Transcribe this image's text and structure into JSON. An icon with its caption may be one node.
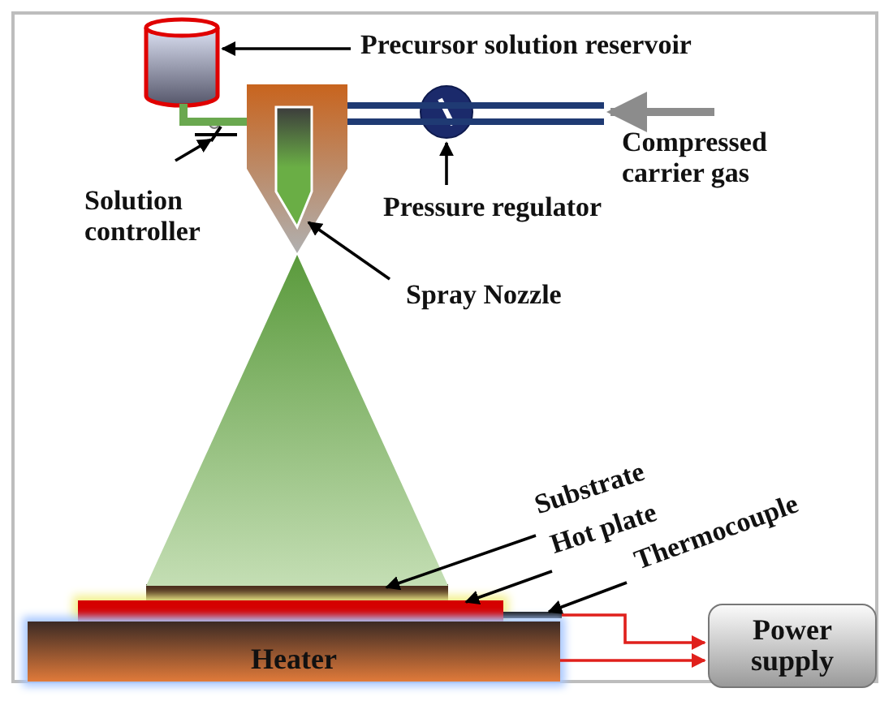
{
  "diagram": {
    "nodes": [
      {
        "text": [
          "Precursor solution reservoir"
        ]
      },
      {
        "text": [],
        "shape": "cylinder"
      },
      {
        "text": [
          "Solution controller"
        ]
      },
      {
        "text": [],
        "shape": "valve"
      },
      {
        "text": [
          "Spray Nozzle"
        ]
      },
      {
        "text": [],
        "shape": "nozzle"
      },
      {
        "text": [
          "Pressure regulator"
        ]
      },
      {
        "text": [],
        "shape": "circle"
      },
      {
        "text": [
          "Compressed carrier gas"
        ]
      },
      {
        "text": [],
        "shape": "pipe"
      },
      {
        "text": [
          "Substrate"
        ]
      },
      {
        "text": [],
        "shape": "bar"
      },
      {
        "text": [
          "Hot plate"
        ]
      },
      {
        "text": [],
        "shape": "bar"
      },
      {
        "text": [
          "Thermocouple"
        ]
      },
      {
        "text": [],
        "shape": "bar"
      },
      {
        "text": [
          "Heater"
        ]
      },
      {
        "text": [
          "Power supply"
        ]
      },
      {
        "text": [],
        "shape": "cone"
      }
    ],
    "edges": [
      {
        "from": 0,
        "to": 1,
        "arrow": "to"
      },
      {
        "from": 2,
        "to": 3,
        "arrow": "to"
      },
      {
        "from": 4,
        "to": 5,
        "arrow": "to"
      },
      {
        "from": 6,
        "to": 7,
        "arrow": "to"
      },
      {
        "from": 8,
        "to": 9,
        "arrow": "to",
        "style": "thick",
        "color": "#8c8c8c"
      },
      {
        "from": 10,
        "to": 11,
        "arrow": "to"
      },
      {
        "from": 12,
        "to": 13,
        "arrow": "to"
      },
      {
        "from": 14,
        "to": 15,
        "arrow": "to"
      },
      {
        "from": 15,
        "to": 17,
        "arrow": "to",
        "color": "#e0201c"
      },
      {
        "from": 16,
        "to": 17,
        "arrow": "to",
        "color": "#e0201c"
      },
      {
        "from": 1,
        "to": 5,
        "arrow": "none",
        "style": "thick",
        "color": "#6aa84f"
      }
    ]
  }
}
